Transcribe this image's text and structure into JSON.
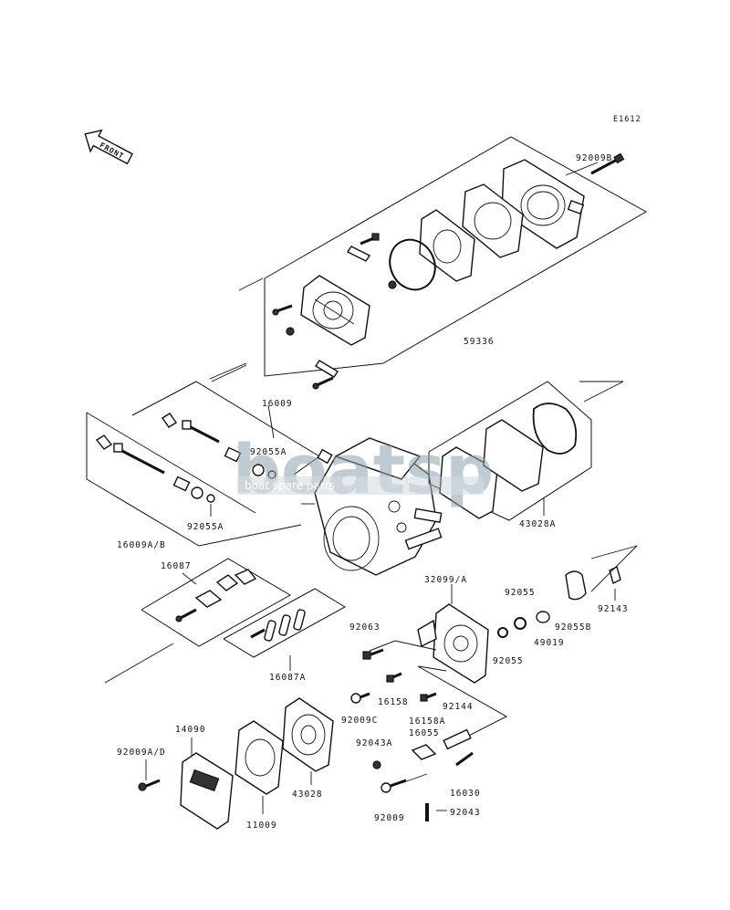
{
  "diagram": {
    "code": "E1612",
    "front_label": "FRONT",
    "watermark": {
      "brand": "boatsp",
      "tagline": "boat spare parts"
    },
    "labels": [
      {
        "id": "92009B",
        "text": "92009B"
      },
      {
        "id": "59336",
        "text": "59336"
      },
      {
        "id": "16009",
        "text": "16009"
      },
      {
        "id": "92055A_a",
        "text": "92055A"
      },
      {
        "id": "92055A_b",
        "text": "92055A"
      },
      {
        "id": "16009AB",
        "text": "16009A/B"
      },
      {
        "id": "43028A",
        "text": "43028A"
      },
      {
        "id": "16087",
        "text": "16087"
      },
      {
        "id": "16087A",
        "text": "16087A"
      },
      {
        "id": "32099A",
        "text": "32099/A"
      },
      {
        "id": "92055_a",
        "text": "92055"
      },
      {
        "id": "92055_b",
        "text": "92055"
      },
      {
        "id": "49019",
        "text": "49019"
      },
      {
        "id": "92055B",
        "text": "92055B"
      },
      {
        "id": "92143",
        "text": "92143"
      },
      {
        "id": "92063",
        "text": "92063"
      },
      {
        "id": "16158",
        "text": "16158"
      },
      {
        "id": "16158A",
        "text": "16158A"
      },
      {
        "id": "92144",
        "text": "92144"
      },
      {
        "id": "92009C",
        "text": "92009C"
      },
      {
        "id": "92043A",
        "text": "92043A"
      },
      {
        "id": "16055",
        "text": "16055"
      },
      {
        "id": "16030",
        "text": "16030"
      },
      {
        "id": "92043",
        "text": "92043"
      },
      {
        "id": "92009",
        "text": "92009"
      },
      {
        "id": "14090",
        "text": "14090"
      },
      {
        "id": "92009AD",
        "text": "92009A/D"
      },
      {
        "id": "11009",
        "text": "11009"
      },
      {
        "id": "43028",
        "text": "43028"
      }
    ]
  }
}
